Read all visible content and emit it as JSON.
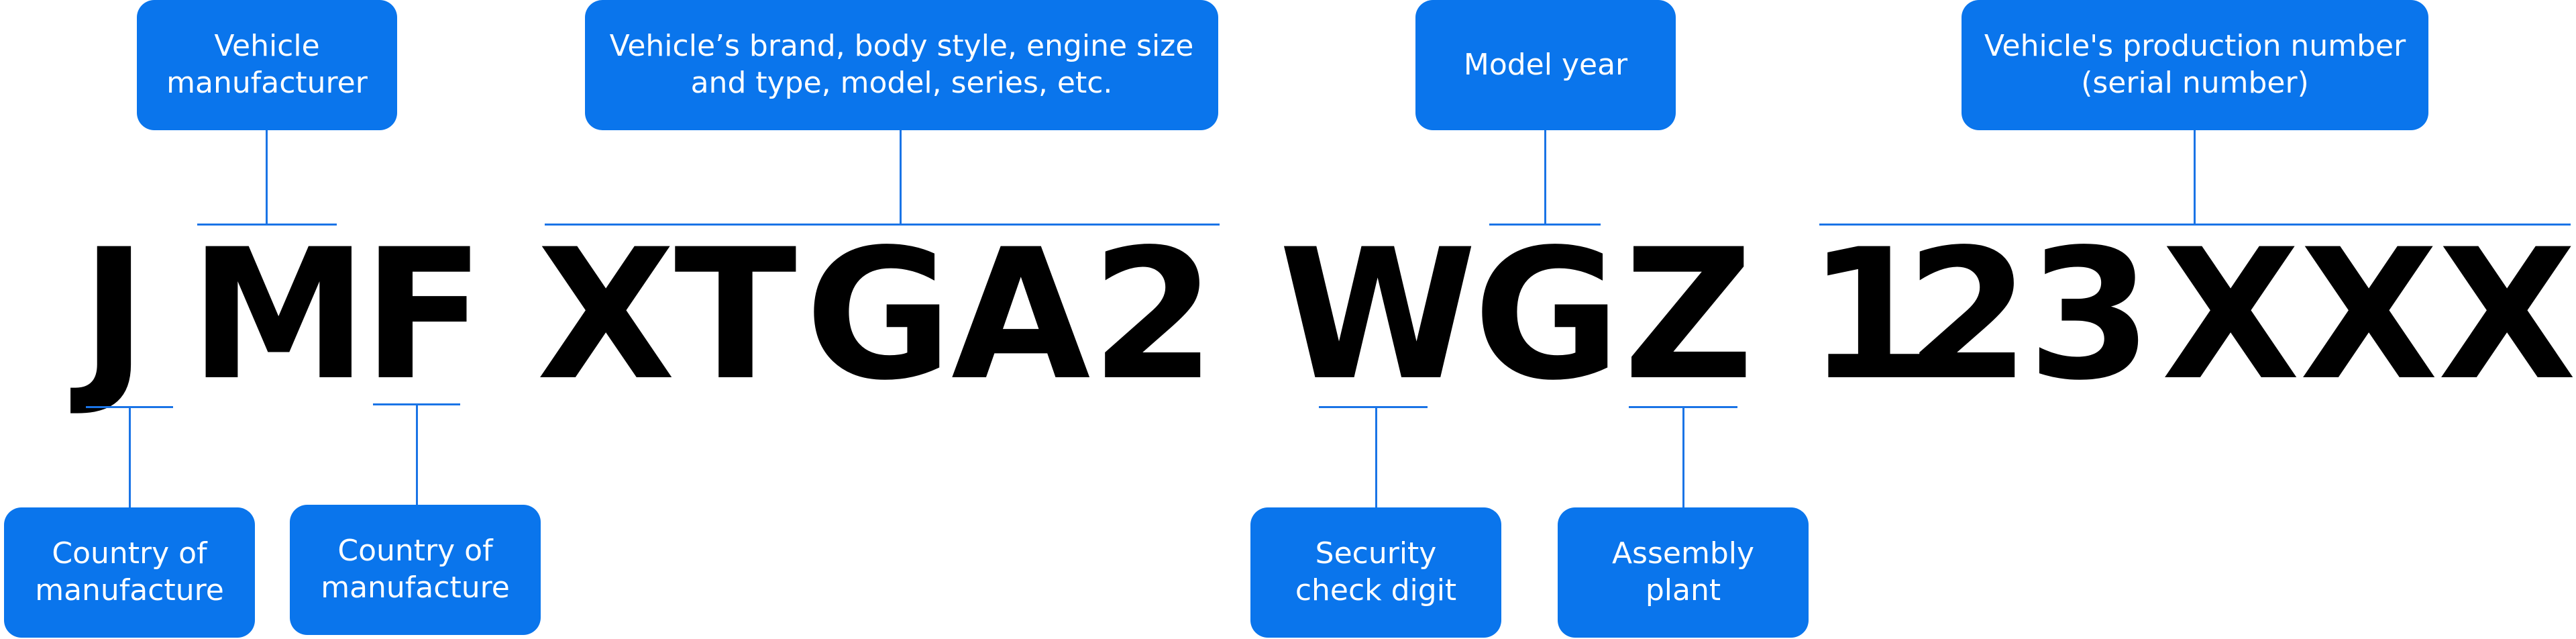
{
  "top_labels": {
    "manufacturer": "Vehicle\nmanufacturer",
    "attributes": "Vehicle’s brand, body style, engine size\nand type, model, series, etc.",
    "model_year": "Model year",
    "serial": "Vehicle's production number\n(serial number)"
  },
  "bottom_labels": {
    "country_1": "Country of\nmanufacture",
    "country_2": "Country of\nmanufacture",
    "check_digit": "Security\ncheck digit",
    "plant": "Assembly\nplant"
  },
  "vin": {
    "c1": "J",
    "c2": "M",
    "c3": "F",
    "c4": "X",
    "c5": "T",
    "c6": "G",
    "c7": "A",
    "c8": "2",
    "c9": "W",
    "c10": "G",
    "c11": "Z",
    "c12": "1",
    "c13": "2",
    "c14": "3",
    "c15": "X",
    "c16": "X",
    "c17": "X"
  },
  "colors": {
    "accent": "#0a75ec",
    "text": "#000000",
    "box_text": "#ffffff"
  }
}
